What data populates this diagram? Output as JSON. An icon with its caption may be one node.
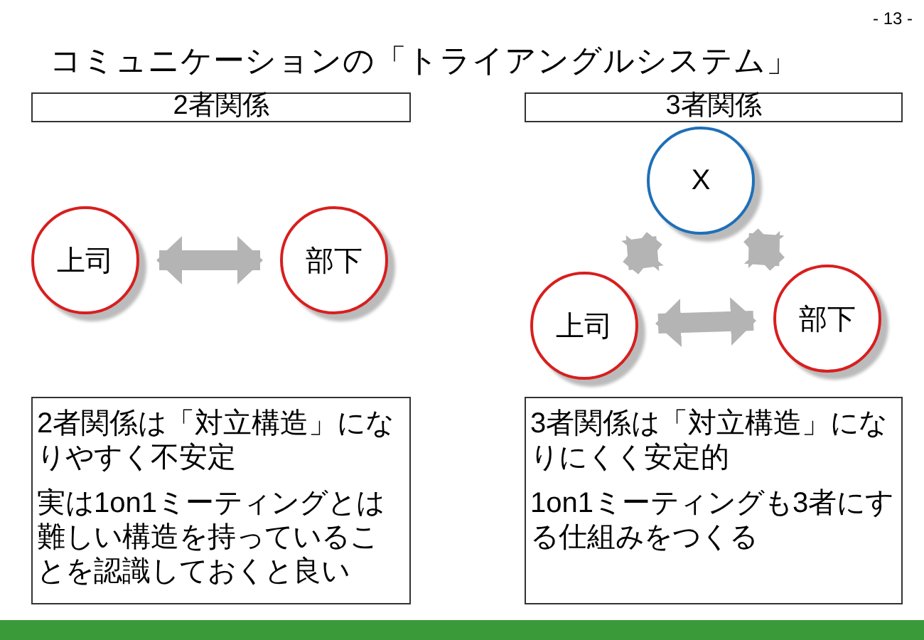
{
  "diagram": {
    "title": "コミュニケーションの「トライアングルシステム」",
    "nodes": [
      {
        "text": [
          "2者関係"
        ]
      },
      {
        "text": [
          "3者関係"
        ]
      },
      {
        "text": [
          "上司"
        ]
      },
      {
        "text": [
          "部下"
        ]
      },
      {
        "text": [
          "X"
        ]
      },
      {
        "text": [
          "上司"
        ]
      },
      {
        "text": [
          "部下"
        ]
      },
      {
        "text": [
          "2者関係は「対立構造」になりやすく不安定",
          "実は1on1ミーティングとは難しい構造を持っていることを認識しておくと良い"
        ]
      },
      {
        "text": [
          "3者関係は「対立構造」になりにくく安定的",
          "1on1ミーティングも3者にする仕組みをつくる"
        ]
      }
    ],
    "edges": [
      {
        "from": 2,
        "to": 3,
        "arrow": "both"
      },
      {
        "from": 4,
        "to": 5,
        "arrow": "both"
      },
      {
        "from": 4,
        "to": 6,
        "arrow": "both"
      },
      {
        "from": 5,
        "to": 6,
        "arrow": "both"
      }
    ],
    "labels": [
      "- 13 -"
    ]
  }
}
